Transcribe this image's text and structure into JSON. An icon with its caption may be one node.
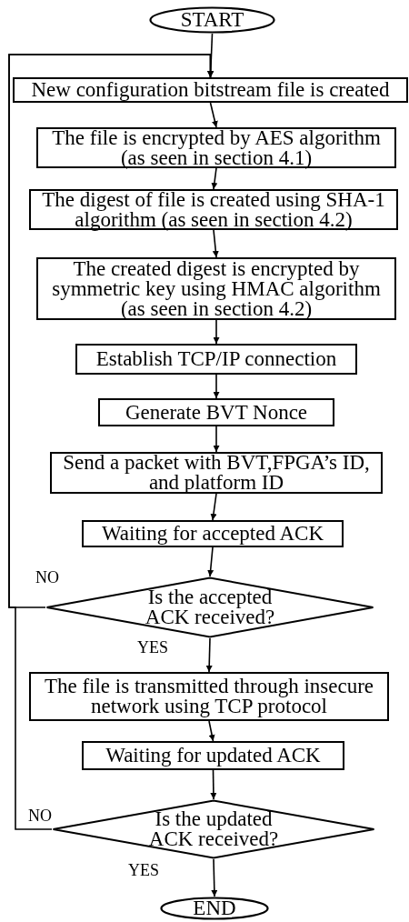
{
  "diagram": {
    "nodes": [
      {
        "text": [
          "START"
        ]
      },
      {
        "text": [
          "New configuration bitstream file is created"
        ]
      },
      {
        "text": [
          "The file is encrypted by AES algorithm (as seen in section 4.1)"
        ]
      },
      {
        "text": [
          "The digest of file is created using SHA-1 algorithm (as seen in section 4.2)"
        ]
      },
      {
        "text": [
          "The created digest is encrypted by symmetric key using HMAC algorithm (as seen in section 4.2)"
        ]
      },
      {
        "text": [
          "Establish TCP/IP connection"
        ]
      },
      {
        "text": [
          "Generate BVT Nonce"
        ]
      },
      {
        "text": [
          "Send a packet with BVT,FPGA’s ID, and platform ID"
        ]
      },
      {
        "text": [
          "Waiting for accepted ACK"
        ]
      },
      {
        "text": [
          "Is the accepted ACK received?"
        ]
      },
      {
        "text": [
          "The file is transmitted through insecure network using TCP protocol"
        ]
      },
      {
        "text": [
          "Waiting for updated ACK"
        ]
      },
      {
        "text": [
          "Is the updated ACK received?"
        ]
      },
      {
        "text": [
          "END"
        ]
      }
    ],
    "edges": [
      {
        "from": 0,
        "to": 1,
        "arrow": "to"
      },
      {
        "from": 1,
        "to": 2,
        "arrow": "to"
      },
      {
        "from": 2,
        "to": 3,
        "arrow": "to"
      },
      {
        "from": 3,
        "to": 4,
        "arrow": "to"
      },
      {
        "from": 4,
        "to": 5,
        "arrow": "to"
      },
      {
        "from": 5,
        "to": 6,
        "arrow": "to"
      },
      {
        "from": 6,
        "to": 7,
        "arrow": "to"
      },
      {
        "from": 7,
        "to": 8,
        "arrow": "to"
      },
      {
        "from": 8,
        "to": 9,
        "arrow": "to"
      },
      {
        "from": 9,
        "to": 1,
        "arrow": "to",
        "label": "NO"
      },
      {
        "from": 9,
        "to": 10,
        "arrow": "to",
        "label": "YES"
      },
      {
        "from": 10,
        "to": 11,
        "arrow": "to"
      },
      {
        "from": 11,
        "to": 12,
        "arrow": "to"
      },
      {
        "from": 12,
        "to": 1,
        "arrow": "to",
        "label": "NO"
      },
      {
        "from": 12,
        "to": 13,
        "arrow": "to",
        "label": "YES"
      }
    ]
  }
}
